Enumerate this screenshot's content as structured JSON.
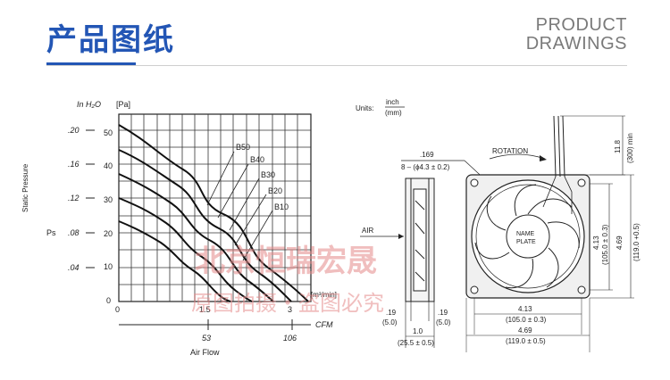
{
  "header": {
    "title": "产品图纸",
    "en_line1": "PRODUCT",
    "en_line2": "DRAWINGS"
  },
  "chart": {
    "unit_inh2o": "In H₂O",
    "unit_pa": "[Pa]",
    "ylabel": "Static Pressure",
    "ps_label": "Ps",
    "left_ticks": [
      ".20",
      ".16",
      ".12",
      ".08",
      ".04"
    ],
    "pa_ticks": [
      "50",
      "40",
      "30",
      "20",
      "10",
      "0"
    ],
    "x_ticks_m3": [
      "0",
      "1.5",
      "3"
    ],
    "m3_label": "[m³/min]",
    "cfm_label": "CFM",
    "cfm_ticks": [
      "53",
      "106"
    ],
    "xlabel": "Air Flow",
    "curve_labels": [
      "B50",
      "B40",
      "B30",
      "B20",
      "B10"
    ]
  },
  "drawing": {
    "units_label": "Units:",
    "units_inch": "inch",
    "units_mm": "(mm)",
    "hole_in": ".169",
    "hole_mm": "8 – (ϕ4.3 ± 0.2)",
    "rotation": "ROTATION",
    "air": "AIR",
    "name_plate_1": "NAME",
    "name_plate_2": "PLATE",
    "lead_len_in": "11.8",
    "lead_len_mm": "(300) min",
    "side_413_in": "4.13",
    "side_413_mm": "(105.0 ± 0.3)",
    "side_469_in": "4.69",
    "side_469_mm": "(119.0 +0.5)",
    "bot_413_in": "4.13",
    "bot_413_mm": "(105.0 ± 0.3)",
    "bot_469_in": "4.69",
    "bot_469_mm": "(119.0 ± 0.5)",
    "side_19a_in": ".19",
    "side_19a_mm": "(5.0)",
    "side_19b_in": ".19",
    "side_19b_mm": "(5.0)",
    "depth_in": "1.0",
    "depth_mm": "(25.5 ± 0.5)"
  },
  "watermark": {
    "line1": "北京恒瑞宏晟",
    "line2": "原图拍摄・盗图必究"
  }
}
